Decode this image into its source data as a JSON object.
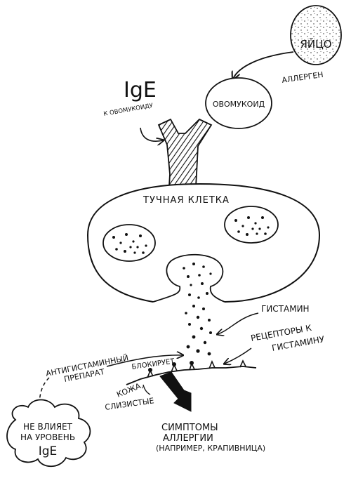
{
  "labels": {
    "egg": "ЯЙЦО",
    "allergen": "АЛЛЕРГЕН",
    "ovomucoid": "ОВОМУКОИД",
    "ige": "IgE",
    "ige_to_ovomucoid": "К ОВОМУКОИДУ",
    "mast_cell": "ТУЧНАЯ КЛЕТКА",
    "histamine": "ГИСТАМИН",
    "receptors_line1": "РЕЦЕПТОРЫ К",
    "receptors_line2": "ГИСТАМИНУ",
    "antihistamine_line1": "АНТИГИСТАМИННЫЙ",
    "antihistamine_line2": "ПРЕПАРАТ",
    "blocks": "БЛОКИРУЕТ",
    "skin": "КОЖА,",
    "mucous": "СЛИЗИСТЫЕ",
    "symptoms_line1": "СИМПТОМЫ",
    "symptoms_line2": "АЛЛЕРГИИ",
    "symptoms_line3": "(НАПРИМЕР, КРАПИВНИЦА)",
    "cloud_line1": "НЕ ВЛИЯЕТ",
    "cloud_line2": "НА УРОВЕНЬ",
    "cloud_line3": "IgE"
  }
}
